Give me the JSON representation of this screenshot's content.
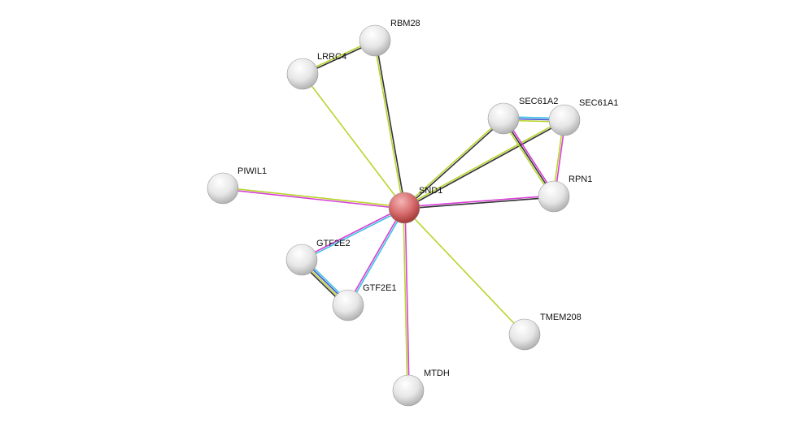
{
  "network": {
    "query_node": "SND1",
    "nodes": [
      "SND1",
      "RBM28",
      "LRRC4",
      "SEC61A2",
      "SEC61A1",
      "RPN1",
      "PIWIL1",
      "GTF2E2",
      "GTF2E1",
      "TMEM208",
      "MTDH"
    ],
    "evidence_colors": {
      "textmining": "#b8d52c",
      "coexpression": "#333333",
      "experiments": "#d640d6",
      "databases": "#3ec3e3",
      "cooccurrence": "#3f4fd0"
    },
    "edges": [
      {
        "from": "SND1",
        "to": "RBM28",
        "evidence": [
          "textmining",
          "coexpression"
        ]
      },
      {
        "from": "SND1",
        "to": "LRRC4",
        "evidence": [
          "textmining"
        ]
      },
      {
        "from": "LRRC4",
        "to": "RBM28",
        "evidence": [
          "textmining",
          "coexpression"
        ]
      },
      {
        "from": "SND1",
        "to": "SEC61A2",
        "evidence": [
          "textmining",
          "coexpression"
        ]
      },
      {
        "from": "SND1",
        "to": "SEC61A1",
        "evidence": [
          "textmining",
          "coexpression"
        ]
      },
      {
        "from": "SND1",
        "to": "RPN1",
        "evidence": [
          "experiments",
          "coexpression"
        ]
      },
      {
        "from": "SND1",
        "to": "PIWIL1",
        "evidence": [
          "experiments",
          "textmining"
        ]
      },
      {
        "from": "SND1",
        "to": "GTF2E2",
        "evidence": [
          "databases",
          "experiments"
        ]
      },
      {
        "from": "SND1",
        "to": "GTF2E1",
        "evidence": [
          "databases",
          "experiments"
        ]
      },
      {
        "from": "GTF2E2",
        "to": "GTF2E1",
        "evidence": [
          "databases",
          "cooccurrence",
          "textmining",
          "coexpression"
        ]
      },
      {
        "from": "SND1",
        "to": "TMEM208",
        "evidence": [
          "textmining"
        ]
      },
      {
        "from": "SND1",
        "to": "MTDH",
        "evidence": [
          "experiments",
          "textmining"
        ]
      },
      {
        "from": "SEC61A2",
        "to": "SEC61A1",
        "evidence": [
          "databases",
          "cooccurrence",
          "textmining"
        ]
      },
      {
        "from": "SEC61A2",
        "to": "RPN1",
        "evidence": [
          "experiments",
          "coexpression",
          "textmining"
        ]
      },
      {
        "from": "SEC61A1",
        "to": "RPN1",
        "evidence": [
          "experiments",
          "textmining"
        ]
      }
    ]
  }
}
